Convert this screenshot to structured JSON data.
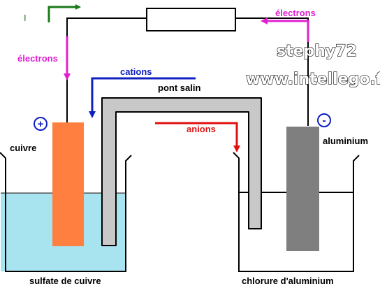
{
  "labels": {
    "current": "I",
    "electrons_left": "électrons",
    "electrons_right": "électrons",
    "cations": "cations",
    "salt_bridge": "pont salin",
    "anions": "anions",
    "positive": "+",
    "negative": "-",
    "copper": "cuivre",
    "aluminium": "aluminium",
    "copper_sulfate": "sulfate de cuivre",
    "aluminium_chloride": "chlorure d'aluminium"
  },
  "watermark": {
    "line1": "stephy72",
    "line2": "www.intellego.fr"
  },
  "colors": {
    "current_arrow": "#1a7a1a",
    "electron_arrow": "#e020d0",
    "cation_arrow": "#1020c0",
    "anion_arrow": "#e01010",
    "copper_electrode": "#ff7f40",
    "aluminium_electrode": "#7f7f7f",
    "copper_solution": "#a8e4f0",
    "salt_bridge": "#c8c8c8",
    "polarity_marks": "#1020c0"
  }
}
